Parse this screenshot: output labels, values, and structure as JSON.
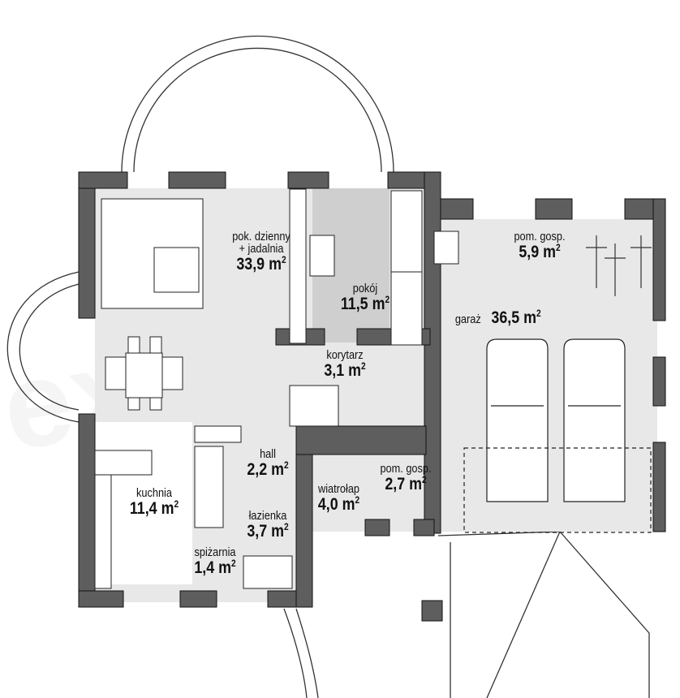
{
  "watermark": "extradom",
  "unit": "m",
  "unit_exp": "2",
  "rooms": [
    {
      "id": "living-dining",
      "name": "pok. dzienny",
      "name2": "+ jadalnia",
      "area": "33,9"
    },
    {
      "id": "room",
      "name": "pokój",
      "area": "11,5"
    },
    {
      "id": "corridor",
      "name": "korytarz",
      "area": "3,1"
    },
    {
      "id": "hall",
      "name": "hall",
      "area": "2,2"
    },
    {
      "id": "utility-small",
      "name": "pom. gosp.",
      "area": "2,7"
    },
    {
      "id": "vestibule",
      "name": "wiatrołap",
      "area": "4,0"
    },
    {
      "id": "bathroom",
      "name": "łazienka",
      "area": "3,7"
    },
    {
      "id": "kitchen",
      "name": "kuchnia",
      "area": "11,4"
    },
    {
      "id": "pantry",
      "name": "spiżarnia",
      "area": "1,4"
    },
    {
      "id": "utility-garage",
      "name": "pom. gosp.",
      "area": "5,9"
    },
    {
      "id": "garage",
      "name": "garaż",
      "area": "36,5"
    }
  ]
}
